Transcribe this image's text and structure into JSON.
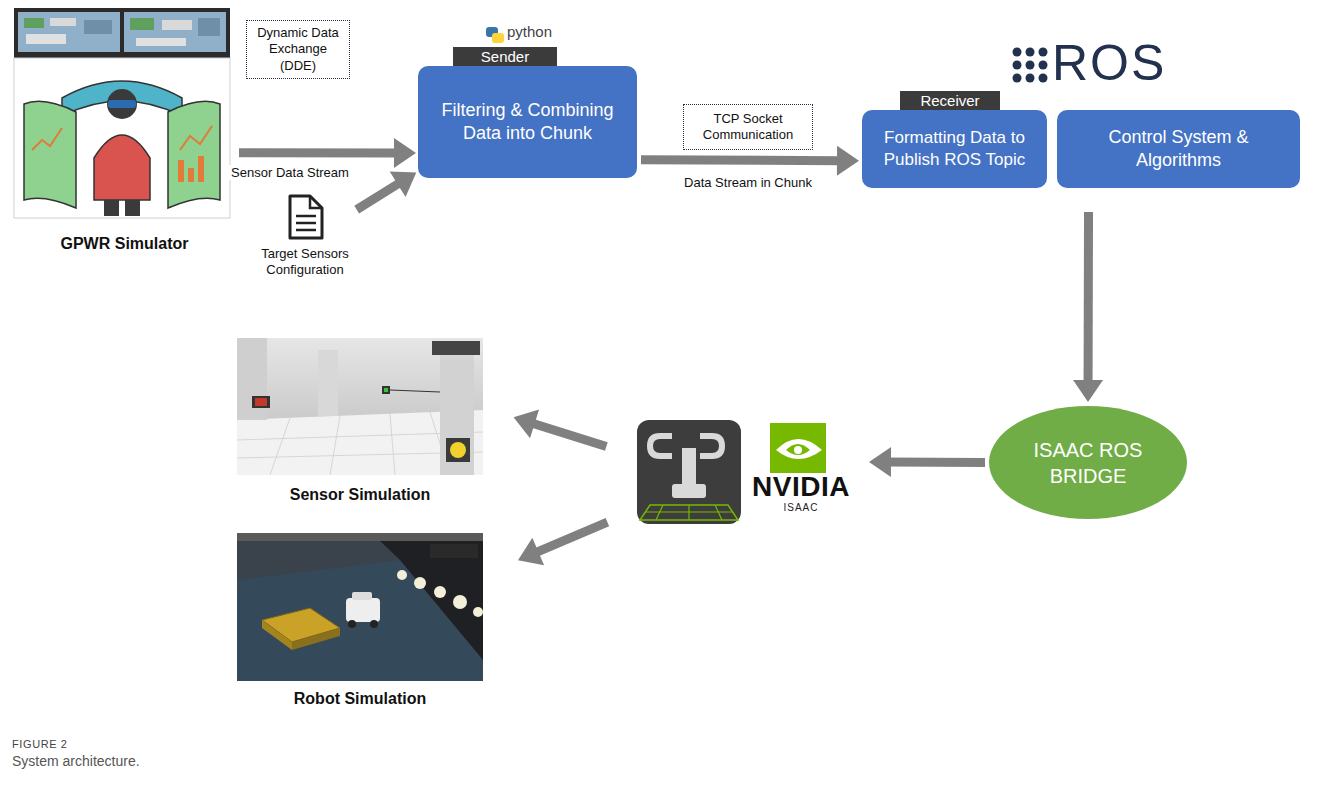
{
  "diagram": {
    "caption": "System architecture.",
    "nodes": [
      {
        "text": [
          "GPWR Simulator"
        ]
      },
      {
        "text": [
          "Dynamic Data Exchange (DDE)"
        ]
      },
      {
        "text": [
          "Target Sensors Configuration"
        ]
      },
      {
        "text": [
          "Sender",
          "Filtering & Combining Data into Chunk"
        ]
      },
      {
        "text": [
          "TCP Socket Communication"
        ]
      },
      {
        "text": [
          "Receiver",
          "Formatting Data to Publish ROS Topic"
        ]
      },
      {
        "text": [
          "Control System & Algorithms"
        ]
      },
      {
        "text": [
          "Sensor Simulation"
        ]
      },
      {
        "text": [
          "NVIDIA",
          "ISAAC"
        ]
      },
      {
        "text": [
          "ISAAC ROS BRIDGE"
        ]
      },
      {
        "text": [
          "Robot Simulation"
        ]
      }
    ],
    "edges": [
      {
        "from": 0,
        "to": 3,
        "arrow": "to",
        "label": "Sensor Data Stream"
      },
      {
        "from": 2,
        "to": 3,
        "arrow": "to"
      },
      {
        "from": 3,
        "to": 5,
        "arrow": "to",
        "label": "Data Stream in Chunk"
      },
      {
        "from": 6,
        "to": 9,
        "arrow": "to"
      },
      {
        "from": 9,
        "to": 8,
        "arrow": "to"
      },
      {
        "from": 8,
        "to": 7,
        "arrow": "to"
      },
      {
        "from": 8,
        "to": 10,
        "arrow": "to"
      }
    ],
    "labels": [
      "python",
      "ROS",
      "FIGURE 2"
    ]
  }
}
